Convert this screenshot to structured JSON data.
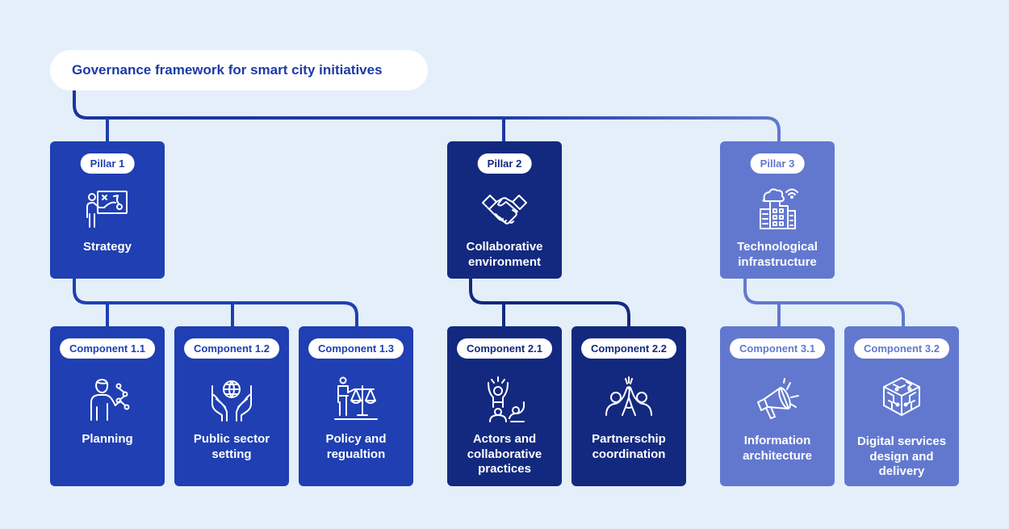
{
  "title": "Governance framework for smart city initiatives",
  "pillars": [
    {
      "tag": "Pillar 1",
      "label": "Strategy",
      "icon": "strategy-board-icon"
    },
    {
      "tag": "Pillar 2",
      "label": "Collaborative environment",
      "icon": "handshake-icon"
    },
    {
      "tag": "Pillar 3",
      "label": "Technological infrastructure",
      "icon": "smart-building-icon"
    }
  ],
  "components": [
    {
      "tag": "Component 1.1",
      "label": "Planning",
      "icon": "planning-person-icon"
    },
    {
      "tag": "Component 1.2",
      "label": "Public sector setting",
      "icon": "hands-globe-icon"
    },
    {
      "tag": "Component 1.3",
      "label": "Policy and regualtion",
      "icon": "scales-justice-icon"
    },
    {
      "tag": "Component 2.1",
      "label": "Actors and collaborative practices",
      "icon": "cheering-people-icon"
    },
    {
      "tag": "Component 2.2",
      "label": "Partnerschip coordination",
      "icon": "high-five-icon"
    },
    {
      "tag": "Component 3.1",
      "label": "Information architecture",
      "icon": "megaphone-icon"
    },
    {
      "tag": "Component 3.2",
      "label": "Digital services design and delivery",
      "icon": "digital-cube-icon"
    }
  ],
  "colors": {
    "background": "#e4effa",
    "pillar_1": "#1f3fb2",
    "pillar_2": "#13297f",
    "pillar_3": "#6278cf",
    "title_text": "#1d3aa8"
  }
}
